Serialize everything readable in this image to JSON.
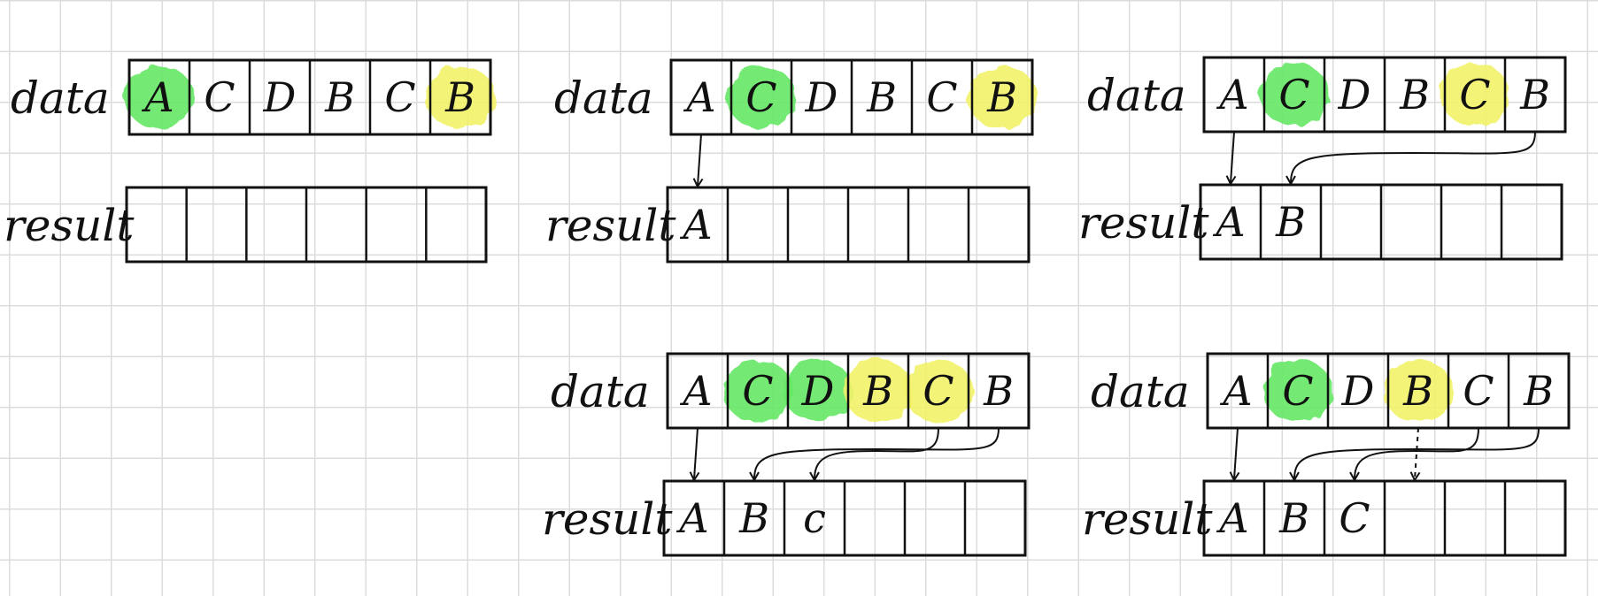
{
  "colors": {
    "green": "#66e866",
    "yellow": "#f2f26a",
    "ink": "#111111"
  },
  "panels": [
    {
      "data_label": "data",
      "result_label": "result",
      "data": [
        {
          "letter": "A",
          "hl": "green"
        },
        {
          "letter": "C",
          "hl": ""
        },
        {
          "letter": "D",
          "hl": ""
        },
        {
          "letter": "B",
          "hl": ""
        },
        {
          "letter": "C",
          "hl": ""
        },
        {
          "letter": "B",
          "hl": "yellow"
        }
      ],
      "result": [
        "",
        "",
        "",
        "",
        "",
        ""
      ],
      "arrows": []
    },
    {
      "data_label": "data",
      "result_label": "result",
      "data": [
        {
          "letter": "A",
          "hl": ""
        },
        {
          "letter": "C",
          "hl": "green"
        },
        {
          "letter": "D",
          "hl": ""
        },
        {
          "letter": "B",
          "hl": ""
        },
        {
          "letter": "C",
          "hl": ""
        },
        {
          "letter": "B",
          "hl": "yellow"
        }
      ],
      "result": [
        "A",
        "",
        "",
        "",
        "",
        ""
      ],
      "arrows": [
        {
          "from": 0,
          "to": 0,
          "dashed": false
        }
      ]
    },
    {
      "data_label": "data",
      "result_label": "result",
      "data": [
        {
          "letter": "A",
          "hl": ""
        },
        {
          "letter": "C",
          "hl": "green"
        },
        {
          "letter": "D",
          "hl": ""
        },
        {
          "letter": "B",
          "hl": ""
        },
        {
          "letter": "C",
          "hl": "yellow"
        },
        {
          "letter": "B",
          "hl": ""
        }
      ],
      "result": [
        "A",
        "B",
        "",
        "",
        "",
        ""
      ],
      "arrows": [
        {
          "from": 0,
          "to": 0,
          "dashed": false
        },
        {
          "from": 5,
          "to": 1,
          "dashed": false
        }
      ]
    },
    {
      "data_label": "data",
      "result_label": "result",
      "data": [
        {
          "letter": "A",
          "hl": ""
        },
        {
          "letter": "C",
          "hl": "green"
        },
        {
          "letter": "D",
          "hl": "green"
        },
        {
          "letter": "B",
          "hl": "yellow"
        },
        {
          "letter": "C",
          "hl": "yellow"
        },
        {
          "letter": "B",
          "hl": ""
        }
      ],
      "result": [
        "A",
        "B",
        "c",
        "",
        "",
        ""
      ],
      "arrows": [
        {
          "from": 0,
          "to": 0,
          "dashed": false
        },
        {
          "from": 5,
          "to": 1,
          "dashed": false
        },
        {
          "from": 4,
          "to": 2,
          "dashed": false
        }
      ]
    },
    {
      "data_label": "data",
      "result_label": "result",
      "data": [
        {
          "letter": "A",
          "hl": ""
        },
        {
          "letter": "C",
          "hl": "green"
        },
        {
          "letter": "D",
          "hl": ""
        },
        {
          "letter": "B",
          "hl": "yellow"
        },
        {
          "letter": "C",
          "hl": ""
        },
        {
          "letter": "B",
          "hl": ""
        }
      ],
      "result": [
        "A",
        "B",
        "C",
        "",
        "",
        ""
      ],
      "arrows": [
        {
          "from": 0,
          "to": 0,
          "dashed": false
        },
        {
          "from": 5,
          "to": 1,
          "dashed": false
        },
        {
          "from": 4,
          "to": 2,
          "dashed": false
        },
        {
          "from": 3,
          "to": 3,
          "dashed": true
        }
      ]
    }
  ]
}
